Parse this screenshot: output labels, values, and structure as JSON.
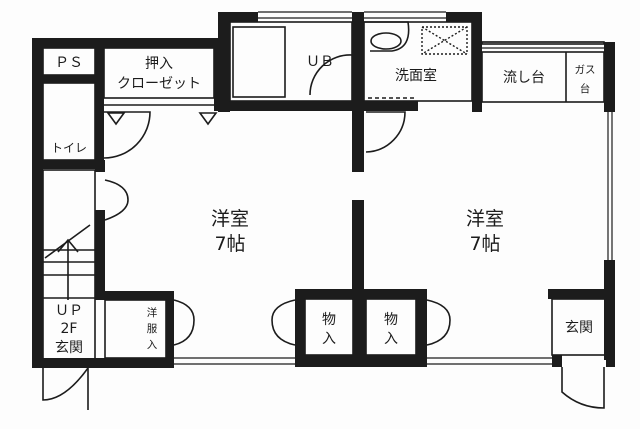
{
  "floor_plan": {
    "type": "apartment floor plan (2K)",
    "rooms": [
      {
        "id": "ps",
        "label": "ＰＳ"
      },
      {
        "id": "closet",
        "label_line1": "押入",
        "label_line2": "クローゼット"
      },
      {
        "id": "toilet",
        "label": "トイレ"
      },
      {
        "id": "unit-bath",
        "label": "ＵＢ"
      },
      {
        "id": "washroom",
        "label": "洗面室"
      },
      {
        "id": "sink",
        "label": "流し台"
      },
      {
        "id": "gas-stove",
        "label_line1": "ガス",
        "label_line2": "台"
      },
      {
        "id": "western-room-1",
        "label_line1": "洋室",
        "label_line2": "7帖"
      },
      {
        "id": "western-room-2",
        "label_line1": "洋室",
        "label_line2": "7帖"
      },
      {
        "id": "stairs-entrance",
        "label_line1": "ＵＰ",
        "label_line2": "2F",
        "label_line3": "玄関"
      },
      {
        "id": "wardrobe",
        "label_line1": "洋",
        "label_line2": "服",
        "label_line3": "入"
      },
      {
        "id": "storage-1",
        "label_line1": "物",
        "label_line2": "入"
      },
      {
        "id": "storage-2",
        "label_line1": "物",
        "label_line2": "入"
      },
      {
        "id": "entrance",
        "label": "玄関"
      }
    ],
    "colors": {
      "wall": "#1c1c1c",
      "background": "#fdfdfd"
    }
  }
}
